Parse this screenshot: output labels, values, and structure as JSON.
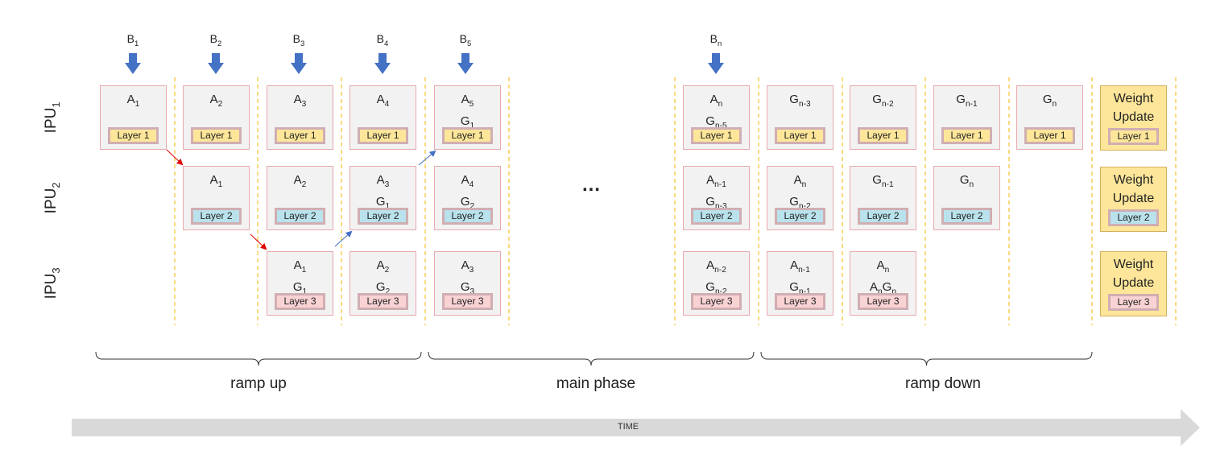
{
  "ipus": [
    {
      "base": "IPU",
      "sub": "1"
    },
    {
      "base": "IPU",
      "sub": "2"
    },
    {
      "base": "IPU",
      "sub": "3"
    }
  ],
  "batches": [
    {
      "base": "B",
      "sub": "1"
    },
    {
      "base": "B",
      "sub": "2"
    },
    {
      "base": "B",
      "sub": "3"
    },
    {
      "base": "B",
      "sub": "4"
    },
    {
      "base": "B",
      "sub": "5"
    },
    {
      "base": "B",
      "sub": "n"
    }
  ],
  "rows": [
    [
      {
        "lines": [
          {
            "base": "A",
            "sub": "1"
          }
        ],
        "tag": "Layer 1"
      },
      {
        "lines": [
          {
            "base": "A",
            "sub": "2"
          }
        ],
        "tag": "Layer 1"
      },
      {
        "lines": [
          {
            "base": "A",
            "sub": "3"
          }
        ],
        "tag": "Layer 1"
      },
      {
        "lines": [
          {
            "base": "A",
            "sub": "4"
          }
        ],
        "tag": "Layer 1"
      },
      {
        "lines": [
          {
            "base": "A",
            "sub": "5"
          },
          {
            "base": "G",
            "sub": "1"
          }
        ],
        "tag": "Layer 1"
      },
      {
        "lines": [
          {
            "base": "A",
            "sub": "n"
          },
          {
            "base": "G",
            "sub": "n-5"
          }
        ],
        "tag": "Layer 1"
      },
      {
        "lines": [
          {
            "base": "G",
            "sub": "n-3"
          }
        ],
        "tag": "Layer 1"
      },
      {
        "lines": [
          {
            "base": "G",
            "sub": "n-2"
          }
        ],
        "tag": "Layer 1"
      },
      {
        "lines": [
          {
            "base": "G",
            "sub": "n-1"
          }
        ],
        "tag": "Layer 1"
      },
      {
        "lines": [
          {
            "base": "G",
            "sub": "n"
          }
        ],
        "tag": "Layer 1"
      }
    ],
    [
      {
        "lines": [
          {
            "base": "A",
            "sub": "1"
          }
        ],
        "tag": "Layer 2"
      },
      {
        "lines": [
          {
            "base": "A",
            "sub": "2"
          }
        ],
        "tag": "Layer 2"
      },
      {
        "lines": [
          {
            "base": "A",
            "sub": "3"
          },
          {
            "base": "G",
            "sub": "1"
          }
        ],
        "tag": "Layer 2"
      },
      {
        "lines": [
          {
            "base": "A",
            "sub": "4"
          },
          {
            "base": "G",
            "sub": "2"
          }
        ],
        "tag": "Layer 2"
      },
      {
        "lines": [
          {
            "base": "A",
            "sub": "n-1"
          },
          {
            "base": "G",
            "sub": "n-3"
          }
        ],
        "tag": "Layer 2"
      },
      {
        "lines": [
          {
            "base": "A",
            "sub": "n"
          },
          {
            "base": "G",
            "sub": "n-2"
          }
        ],
        "tag": "Layer 2"
      },
      {
        "lines": [
          {
            "base": "G",
            "sub": "n-1"
          }
        ],
        "tag": "Layer 2"
      },
      {
        "lines": [
          {
            "base": "G",
            "sub": "n"
          }
        ],
        "tag": "Layer 2"
      }
    ],
    [
      {
        "lines": [
          {
            "base": "A",
            "sub": "1"
          },
          {
            "base": "G",
            "sub": "1"
          }
        ],
        "tag": "Layer 3"
      },
      {
        "lines": [
          {
            "base": "A",
            "sub": "2"
          },
          {
            "base": "G",
            "sub": "2"
          }
        ],
        "tag": "Layer 3"
      },
      {
        "lines": [
          {
            "base": "A",
            "sub": "3"
          },
          {
            "base": "G",
            "sub": "3"
          }
        ],
        "tag": "Layer 3"
      },
      {
        "lines": [
          {
            "base": "A",
            "sub": "n-2"
          },
          {
            "base": "G",
            "sub": "n-2"
          }
        ],
        "tag": "Layer 3"
      },
      {
        "lines": [
          {
            "base": "A",
            "sub": "n-1"
          },
          {
            "base": "G",
            "sub": "n-1"
          }
        ],
        "tag": "Layer 3"
      },
      {
        "lines": [
          {
            "base": "A",
            "sub": "n"
          },
          {
            "base": "A",
            "sub": "n",
            "base2": "G",
            "sub2": "n"
          }
        ],
        "tag": "Layer 3"
      }
    ]
  ],
  "weight_update": {
    "line1": "Weight",
    "line2": "Update",
    "tags": [
      "Layer 1",
      "Layer 2",
      "Layer 3"
    ]
  },
  "ellipsis": "…",
  "phases": [
    "ramp up",
    "main phase",
    "ramp down"
  ],
  "time_label": "TIME",
  "colors": {
    "cell_fill": "#f2f2f2",
    "cell_border": "#e8a9ad",
    "layer1": "#fde699",
    "layer2": "#b9e2ec",
    "layer3": "#f9d2d4",
    "weight_update": "#fde699",
    "batch_arrow": "#4472c4",
    "forward_arrow": "#e00000",
    "backward_arrow": "#4472c4",
    "divider": "#f5b300",
    "time_arrow": "#d9d9d9"
  }
}
